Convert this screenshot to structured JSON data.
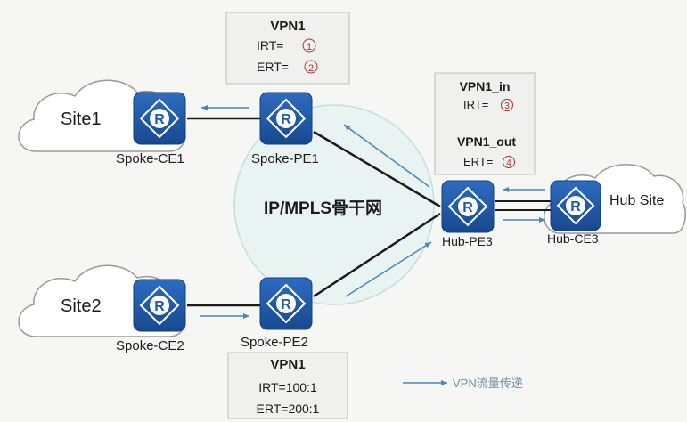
{
  "backbone_label": "IP/MPLS骨干网",
  "clouds": {
    "site1": "Site1",
    "site2": "Site2",
    "hub_site": "Hub Site"
  },
  "devices": {
    "spoke_ce1": "Spoke-CE1",
    "spoke_pe1": "Spoke-PE1",
    "spoke_ce2": "Spoke-CE2",
    "spoke_pe2": "Spoke-PE2",
    "hub_pe3": "Hub-PE3",
    "hub_ce3": "Hub-CE3"
  },
  "router_glyph": "R",
  "boxes": {
    "pe1": {
      "title": "VPN1",
      "irt_label": "IRT=",
      "irt_marker": "1",
      "ert_label": "ERT=",
      "ert_marker": "2"
    },
    "pe3": {
      "in_title": "VPN1_in",
      "irt_label": "IRT=",
      "irt_marker": "3",
      "out_title": "VPN1_out",
      "ert_label": "ERT=",
      "ert_marker": "4"
    },
    "pe2": {
      "title": "VPN1",
      "irt": "IRT=100:1",
      "ert": "ERT=200:1"
    }
  },
  "legend": {
    "text": "VPN流量传递"
  },
  "colors": {
    "router_fill": "#1f5aa8",
    "flow_arrow": "#4a86b5",
    "backbone_circle": "#bfe0dc",
    "marker": "#b03030"
  }
}
